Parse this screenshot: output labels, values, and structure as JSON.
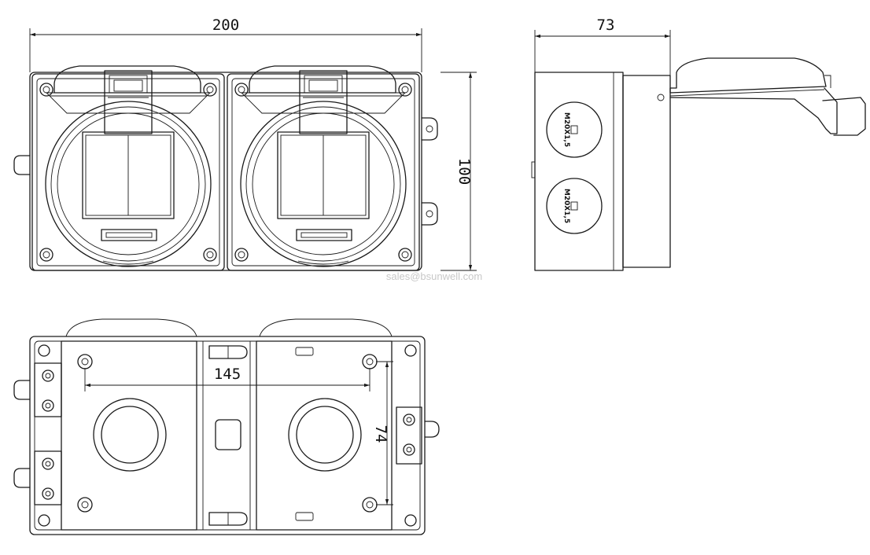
{
  "dimensions": {
    "front_width": "200",
    "front_height": "100",
    "side_depth": "73",
    "hole_spacing_horizontal": "145",
    "hole_spacing_vertical": "74"
  },
  "thread_markings": [
    "M20X1,5",
    "M20X1,5"
  ],
  "watermark": "sales@bsunwell.com"
}
